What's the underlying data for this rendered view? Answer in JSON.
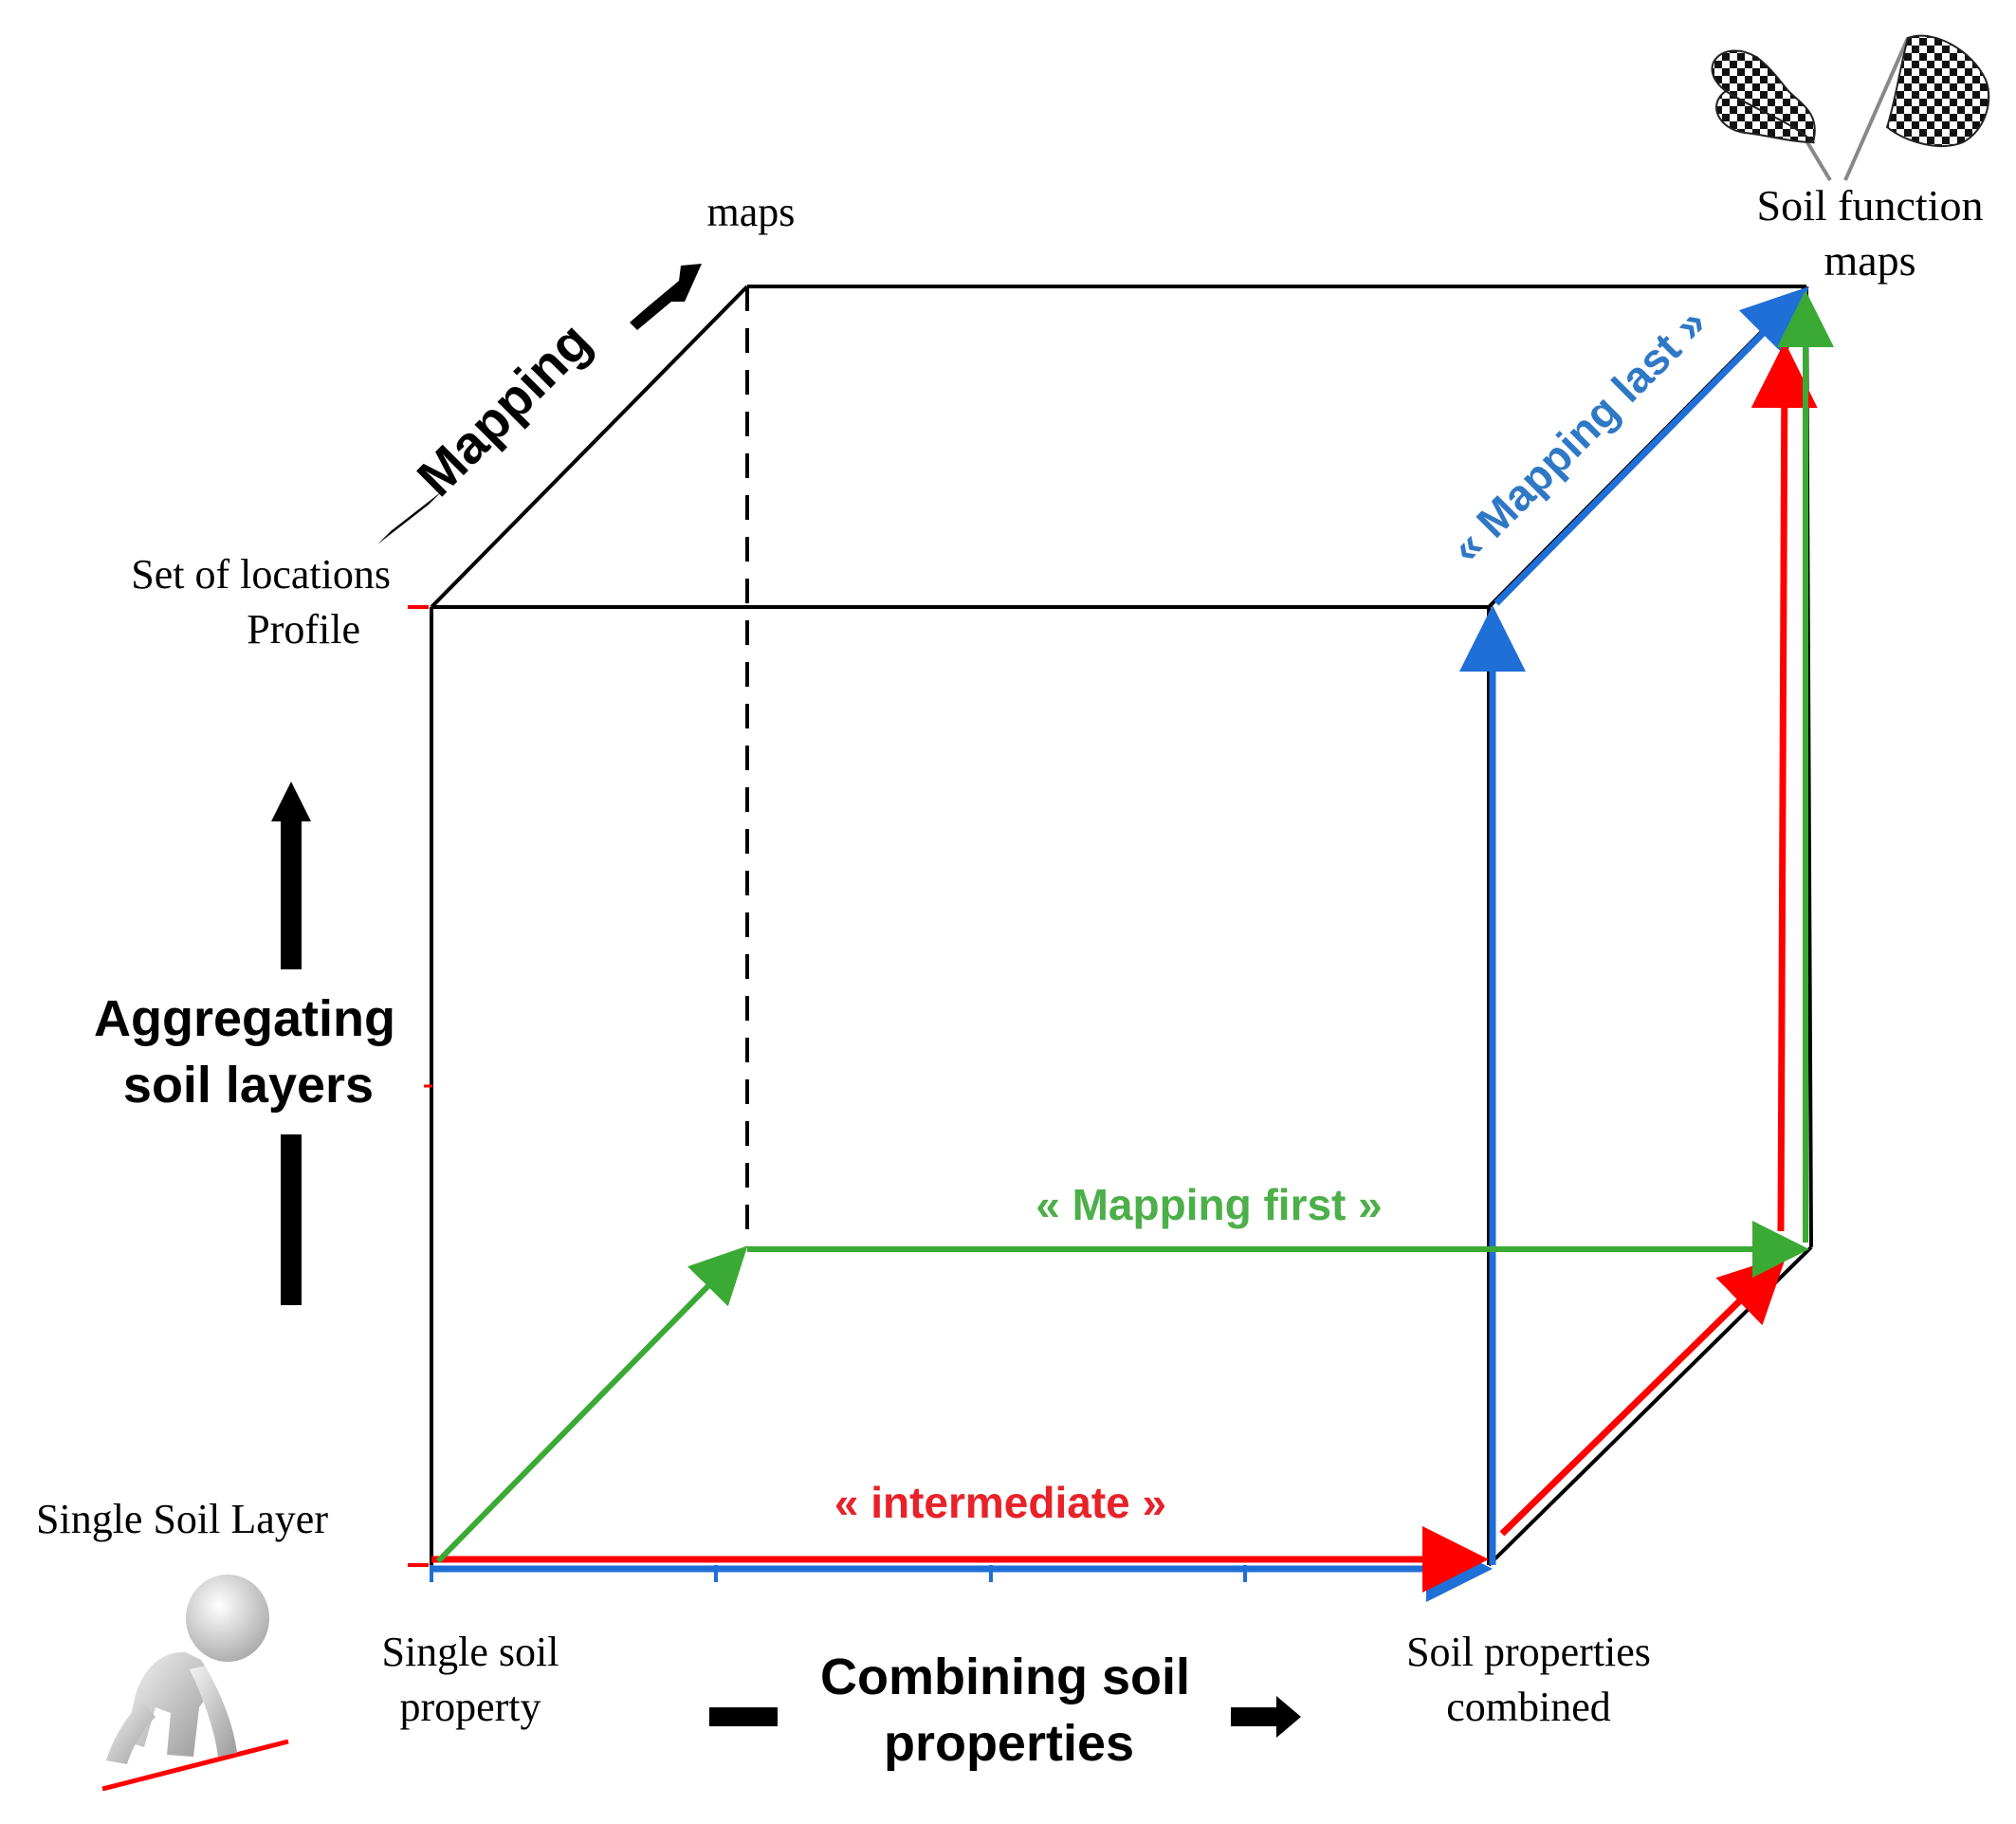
{
  "labels": {
    "maps_top": "maps",
    "soil_function_1": "Soil function",
    "soil_function_2": "maps",
    "mapping_axis": "Mapping",
    "set_of_locations": "Set of locations",
    "profile": "Profile",
    "aggregating_1": "Aggregating",
    "aggregating_2": "soil layers",
    "single_soil_layer": "Single Soil Layer",
    "single_soil_property_1": "Single soil",
    "single_soil_property_2": "property",
    "combining_1": "Combining soil",
    "combining_2": "properties",
    "soil_props_combined_1": "Soil properties",
    "soil_props_combined_2": "combined"
  },
  "paths": {
    "mapping_first": "« Mapping first »",
    "mapping_last": "« Mapping last »",
    "intermediate": "« intermediate »"
  },
  "colors": {
    "black": "#000000",
    "red": "#ff0000",
    "green": "#3aaa35",
    "blue": "#1f6fd6",
    "mapping_first_text": "#4daf4a",
    "mapping_last_text": "#2f78c6",
    "intermediate_text": "#e8222a"
  },
  "icons": {
    "start": "runner-start-icon",
    "finish": "checkered-flags-icon"
  }
}
